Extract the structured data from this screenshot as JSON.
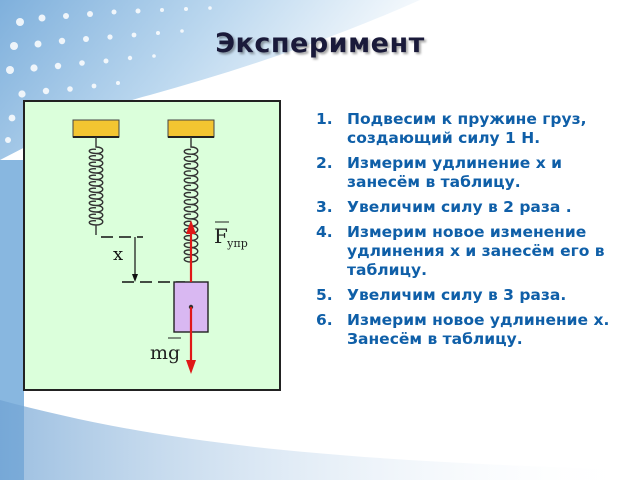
{
  "slide": {
    "title": "Эксперимент",
    "steps": [
      {
        "num": "1.",
        "text": "Подвесим к пружине груз, создающий силу 1 Н."
      },
      {
        "num": "2.",
        "text": "Измерим удлинение x и занесём в таблицу."
      },
      {
        "num": "3.",
        "text": "Увеличим силу в 2 раза ."
      },
      {
        "num": "4.",
        "text": "Измерим новое изменение удлинения x и занесём его в таблицу."
      },
      {
        "num": "5.",
        "text": "Увеличим силу в 3 раза."
      },
      {
        "num": "6.",
        "text": "Измерим новое удлинение x. Занесём в таблицу."
      }
    ]
  },
  "figure": {
    "label_x": "x",
    "label_f": "F",
    "label_f_sub": "упр",
    "label_mg": "mg"
  },
  "colors": {
    "title": "#1a1a3a",
    "text": "#0f5fa8",
    "panel": "#dbffdb",
    "support": "#f3c531",
    "weight": "#d9b8f2",
    "arrow": "#e01818"
  }
}
